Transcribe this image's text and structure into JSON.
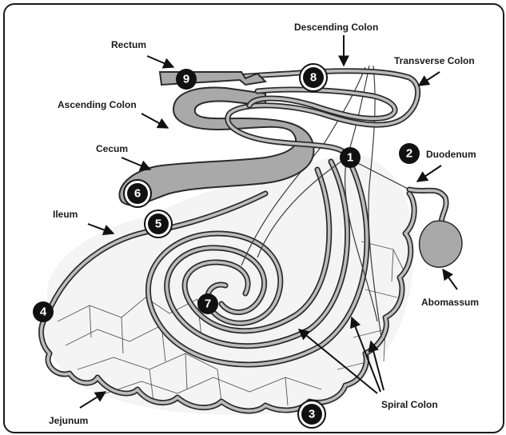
{
  "labels": {
    "rectum": "Rectum",
    "descending_colon": "Descending Colon",
    "transverse_colon": "Transverse Colon",
    "ascending_colon": "Ascending Colon",
    "cecum": "Cecum",
    "duodenum": "Duodenum",
    "ileum": "Ileum",
    "abomassum": "Abomassum",
    "spiral_colon": "Spiral Colon",
    "jejunum": "Jejunum"
  },
  "markers": [
    "1",
    "2",
    "3",
    "4",
    "5",
    "6",
    "7",
    "8",
    "9"
  ],
  "colors": {
    "ink": "#1a1a1a",
    "organ_fill": "#a9a9a9",
    "background": "#ffffff"
  }
}
